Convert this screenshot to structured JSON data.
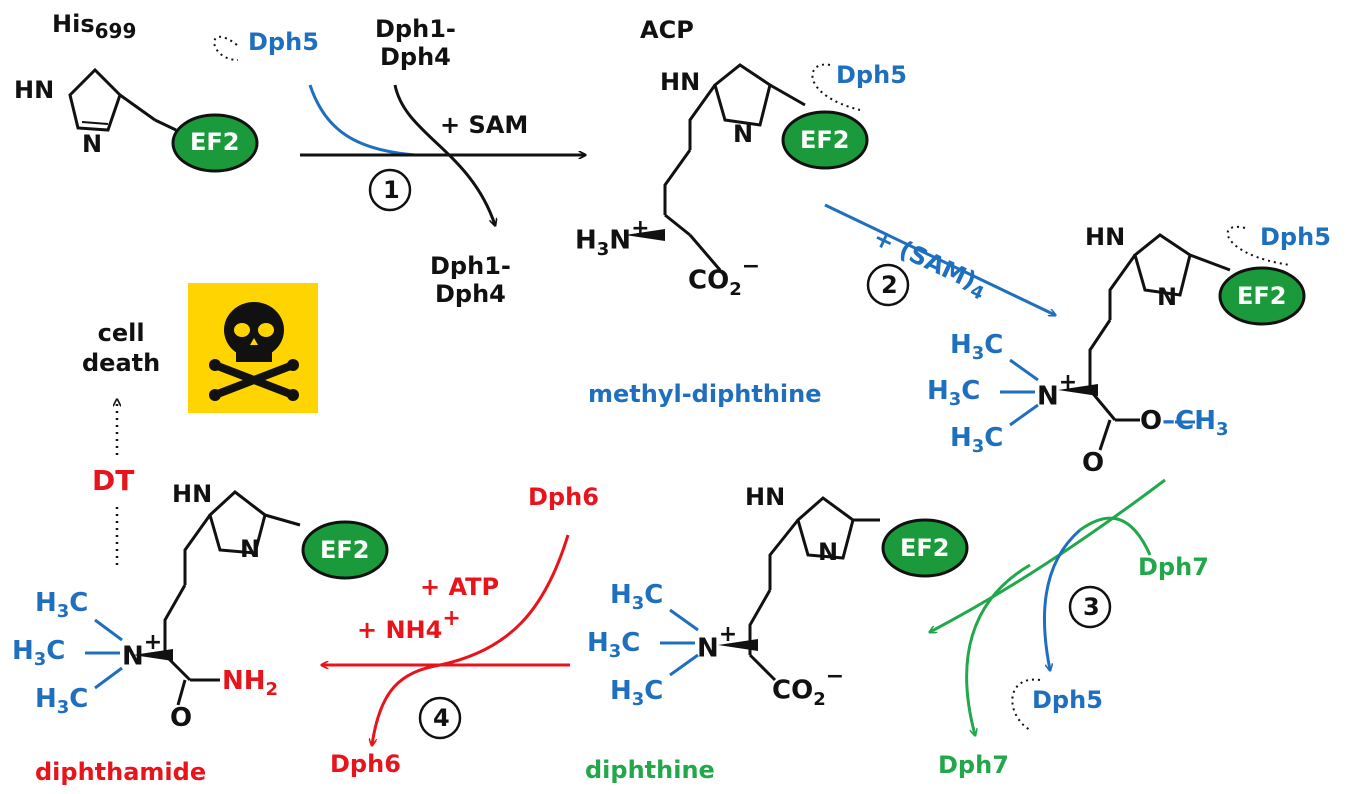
{
  "colors": {
    "black": "#111111",
    "blue": "#1f6fbf",
    "red": "#e8141b",
    "green": "#22a84a",
    "ef2_fill": "#1a9a3a",
    "skull_bg": "#ffd400"
  },
  "start": {
    "his_label": "His",
    "his_sub": "699",
    "hn": "HN",
    "n": "N",
    "ef2": "EF2"
  },
  "step1": {
    "number": "1",
    "dph5": "Dph5",
    "dph14_top_1": "Dph1-",
    "dph14_top_2": "Dph4",
    "reagent": "+ SAM",
    "dph14_bot_1": "Dph1-",
    "dph14_bot_2": "Dph4"
  },
  "acp": {
    "label": "ACP",
    "hn": "HN",
    "n": "N",
    "ef2": "EF2",
    "dph5": "Dph5",
    "h3n": "H3N",
    "plus": "+",
    "co2": "CO2",
    "minus": "−"
  },
  "step2": {
    "number": "2",
    "reagent": "+ (SAM)",
    "reagent_sub": "4"
  },
  "methyl_diphthine": {
    "name": "methyl-diphthine",
    "hn": "HN",
    "n": "N",
    "ef2": "EF2",
    "dph5": "Dph5",
    "h3c": "H3C",
    "nplus": "N",
    "plus": "+",
    "o": "O",
    "ester": "O–CH3"
  },
  "step3": {
    "number": "3",
    "dph7_in": "Dph7",
    "dph5_out": "Dph5",
    "dph7_out": "Dph7"
  },
  "diphthine": {
    "name": "diphthine",
    "hn": "HN",
    "n": "N",
    "ef2": "EF2",
    "h3c": "H3C",
    "nplus": "N",
    "plus": "+",
    "co2": "CO2",
    "minus": "−"
  },
  "step4": {
    "number": "4",
    "dph6_in": "Dph6",
    "reagent_atp": "+ ATP",
    "reagent_nh4": "+ NH4",
    "plus": "+",
    "dph6_out": "Dph6"
  },
  "diphthamide": {
    "name": "diphthamide",
    "hn": "HN",
    "n": "N",
    "ef2": "EF2",
    "h3c": "H3C",
    "nplus": "N",
    "plus": "+",
    "o": "O",
    "nh2": "NH2"
  },
  "toxin": {
    "dt": "DT",
    "outcome_1": "cell",
    "outcome_2": "death",
    "skull_icon": "skull-crossbones-icon"
  }
}
